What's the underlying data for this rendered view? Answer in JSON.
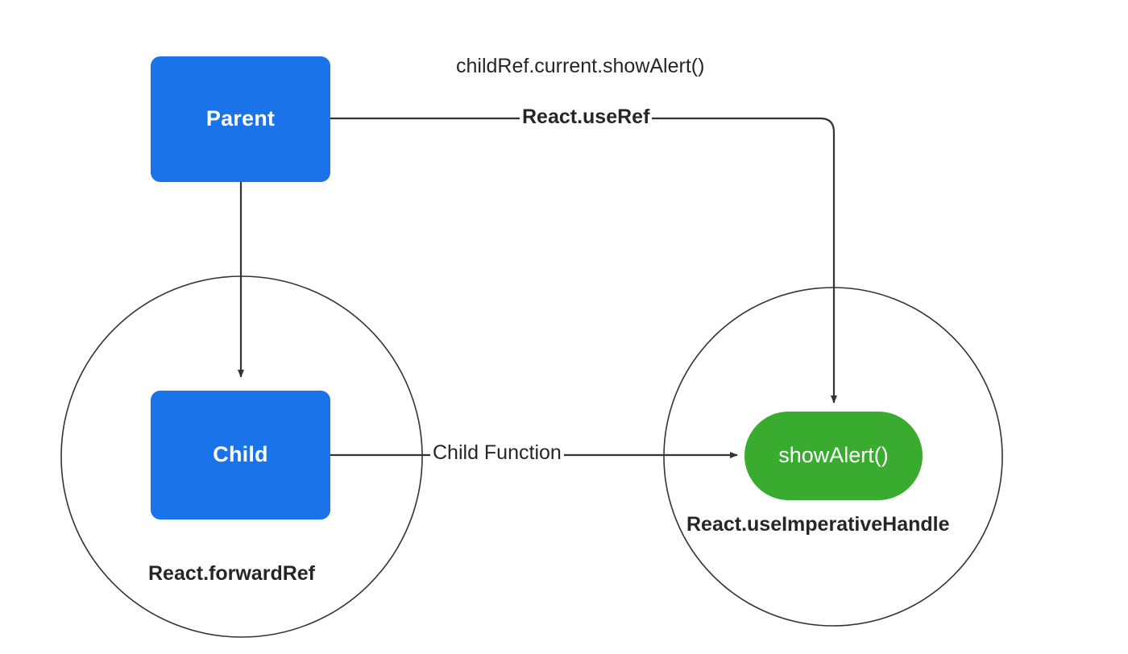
{
  "diagram": {
    "title": "React ref forwarding / imperative handle flow",
    "background_color": "#ffffff",
    "stroke_color": "#333333",
    "text_color": "#262626"
  },
  "nodes": {
    "parent": {
      "label": "Parent",
      "shape": "rounded-rect",
      "fill": "#1a73e8",
      "text_color": "#ffffff"
    },
    "child": {
      "label": "Child",
      "shape": "rounded-rect",
      "fill": "#1a73e8",
      "text_color": "#ffffff"
    },
    "show_alert": {
      "label": "showAlert()",
      "shape": "pill",
      "fill": "#39ab2f",
      "text_color": "#ffffff"
    }
  },
  "groups": {
    "left_circle": {
      "label": "React.forwardRef",
      "shape": "circle",
      "stroke": "#333333"
    },
    "right_circle": {
      "label": "React.useImperativeHandle",
      "shape": "circle",
      "stroke": "#333333"
    }
  },
  "edges": {
    "parent_to_child": {
      "label": "",
      "from": "parent",
      "to": "child",
      "arrow": true
    },
    "parent_to_showalert": {
      "label": "React.useRef",
      "caption": "childRef.current.showAlert()",
      "from": "parent",
      "to": "show_alert",
      "arrow": true
    },
    "child_to_showalert": {
      "label": "Child Function",
      "from": "child",
      "to": "show_alert",
      "arrow": true
    }
  }
}
